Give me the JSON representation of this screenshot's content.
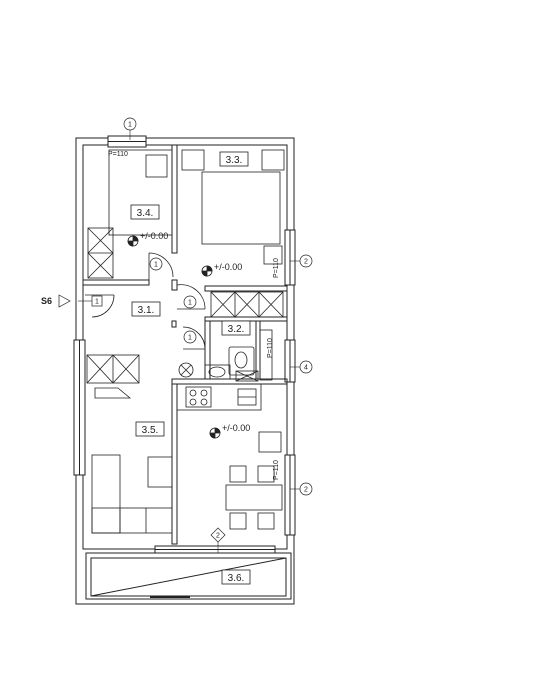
{
  "rooms": {
    "r34": "3.4.",
    "r33": "3.3.",
    "r31": "3.1.",
    "r32": "3.2.",
    "r35": "3.5.",
    "r36": "3.6."
  },
  "elevation": "+/-0.00",
  "sill_note": "P=110",
  "section_marker": "S6",
  "door_tags": {
    "d1": "1",
    "d2": "2"
  },
  "window_tags": {
    "w1": "1",
    "w2": "2",
    "w4": "4"
  },
  "colors": {
    "line": "#222222",
    "wall_fill": "#ffffff"
  }
}
